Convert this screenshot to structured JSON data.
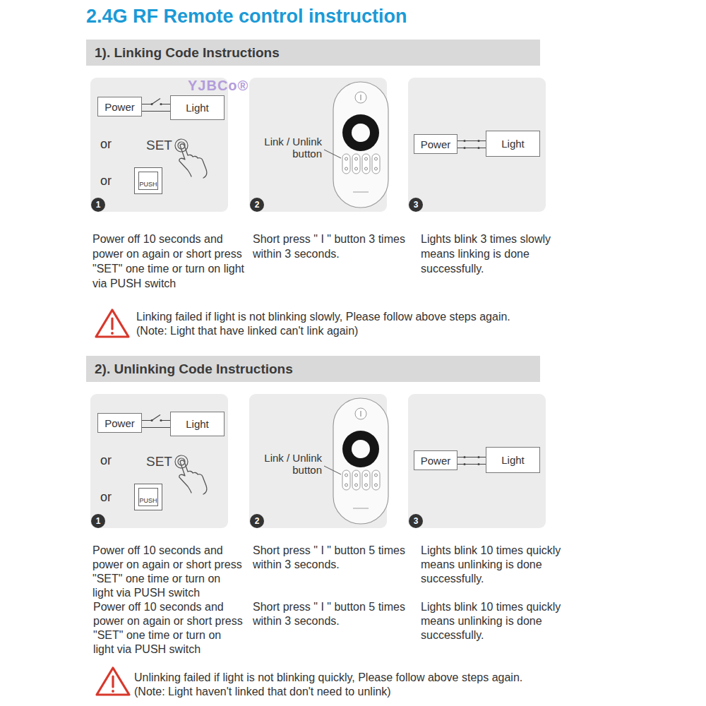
{
  "diagram": {
    "title": "2.4G RF Remote control instruction",
    "nodes": [
      {
        "text": [
          "1). Linking Code Instructions"
        ]
      },
      {
        "text": [
          "or",
          "or",
          "Power off 10 seconds and power on again or short press \"SET\" one time or turn on light via PUSH switch"
        ]
      },
      {
        "text": [
          "Power"
        ],
        "in": 1
      },
      {
        "text": [
          "Light"
        ],
        "in": 1
      },
      {
        "text": [
          "PUSH"
        ],
        "in": 1
      },
      {
        "text": [
          "1"
        ],
        "in": 1
      },
      {
        "text": [
          "Link / Unlink button",
          "Short press \" I \" button 3 times within 3 seconds."
        ]
      },
      {
        "text": [
          "2"
        ],
        "in": 6
      },
      {
        "text": [
          "Lights blink 3 times slowly means linking is done successfully."
        ]
      },
      {
        "text": [
          "Power"
        ],
        "in": 8
      },
      {
        "text": [
          "Light"
        ],
        "in": 8
      },
      {
        "text": [
          "3"
        ],
        "in": 8
      },
      {
        "text": [
          "2). Unlinking Code Instructions"
        ]
      },
      {
        "text": [
          "or",
          "or",
          "Power off 10 seconds and power on again or short press \"SET\" one time or turn on light via PUSH switch"
        ]
      },
      {
        "text": [
          "Power"
        ],
        "in": 13
      },
      {
        "text": [
          "Light"
        ],
        "in": 13
      },
      {
        "text": [
          "PUSH"
        ],
        "in": 13
      },
      {
        "text": [
          "1"
        ],
        "in": 13
      },
      {
        "text": [
          "Link / Unlink button",
          "Short press \" I \" button 5 times within 3 seconds."
        ]
      },
      {
        "text": [
          "2"
        ],
        "in": 18
      },
      {
        "text": [
          "Lights blink 10 times quickly means unlinking is done successfully."
        ]
      },
      {
        "text": [
          "Power"
        ],
        "in": 20
      },
      {
        "text": [
          "Light"
        ],
        "in": 20
      },
      {
        "text": [
          "3"
        ],
        "in": 20
      }
    ],
    "edges": [
      {
        "from": 2,
        "to": 3,
        "arrow": "none"
      },
      {
        "from": 9,
        "to": 10,
        "arrow": "none"
      },
      {
        "from": 14,
        "to": 15,
        "arrow": "none"
      },
      {
        "from": 21,
        "to": 22,
        "arrow": "none"
      }
    ],
    "labels": [
      "YJBCo®",
      "SET",
      "Linking failed if light is not blinking slowly, Please follow above steps again.",
      "(Note: Light that have linked can't link again)",
      "SET",
      "Power off 10 seconds and power on again or short press \"SET\" one time or turn on light via PUSH switch",
      "Short press \" I \" button 5 times within 3 seconds.",
      "Lights blink 10 times quickly means unlinking is done successfully.",
      "Unlinking failed if light is not blinking quickly, Please follow above steps again.",
      "(Note: Light haven't linked that don't need to unlink)"
    ]
  }
}
